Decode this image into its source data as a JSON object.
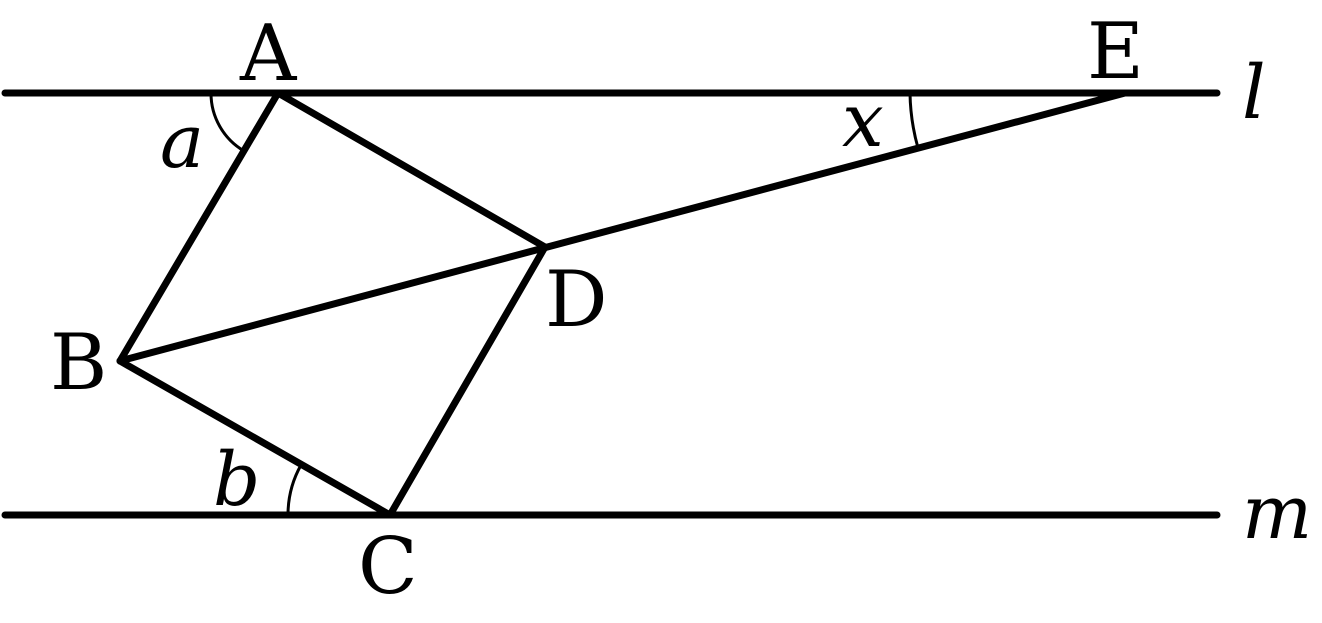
{
  "diagram": {
    "points": {
      "A": "A",
      "B": "B",
      "C": "C",
      "D": "D",
      "E": "E"
    },
    "lines": {
      "l": "l",
      "m": "m"
    },
    "angles": {
      "a": "a",
      "b": "b",
      "x": "x"
    }
  }
}
